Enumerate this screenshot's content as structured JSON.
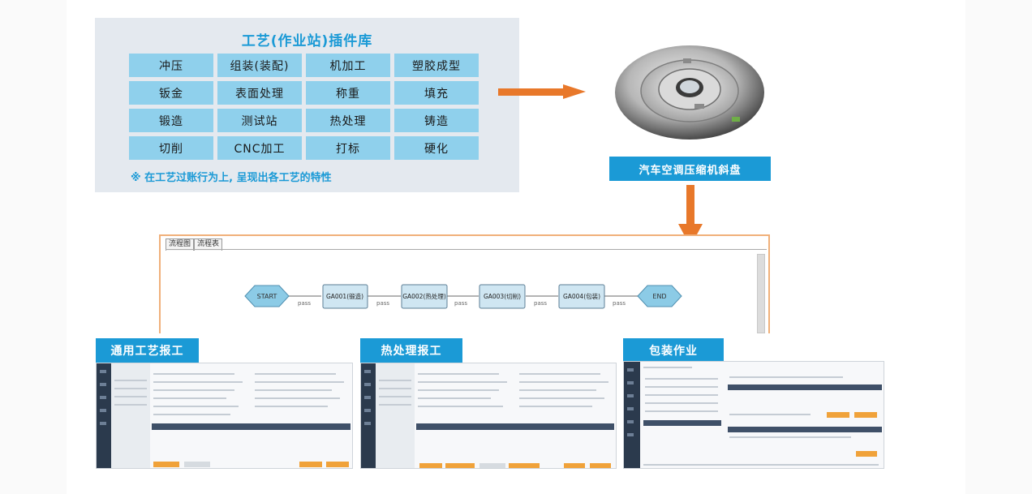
{
  "plugin_library": {
    "title": "工艺(作业站)插件库",
    "items": [
      "冲压",
      "组装(装配)",
      "机加工",
      "塑胶成型",
      "钣金",
      "表面处理",
      "称重",
      "填充",
      "锻造",
      "测试站",
      "热处理",
      "铸造",
      "切削",
      "CNC加工",
      "打标",
      "硬化"
    ],
    "note": "※ 在工艺过账行为上, 呈现出各工艺的特性"
  },
  "product": {
    "caption": "汽车空调压缩机斜盘"
  },
  "flow_editor": {
    "tabs": [
      "流程图",
      "流程表"
    ],
    "start": "START",
    "end": "END",
    "steps": [
      "GA001(锻造)",
      "GA002(热处理)",
      "GA003(切削)",
      "GA004(包装)"
    ],
    "connector_label": "pass"
  },
  "screens": [
    {
      "label": "通用工艺报工"
    },
    {
      "label": "热处理报工"
    },
    {
      "label": "包装作业"
    }
  ],
  "colors": {
    "accent": "#1b9ad6",
    "arrow": "#e8782a",
    "cell": "#8fd0ec",
    "node": "#8ccbe6"
  }
}
